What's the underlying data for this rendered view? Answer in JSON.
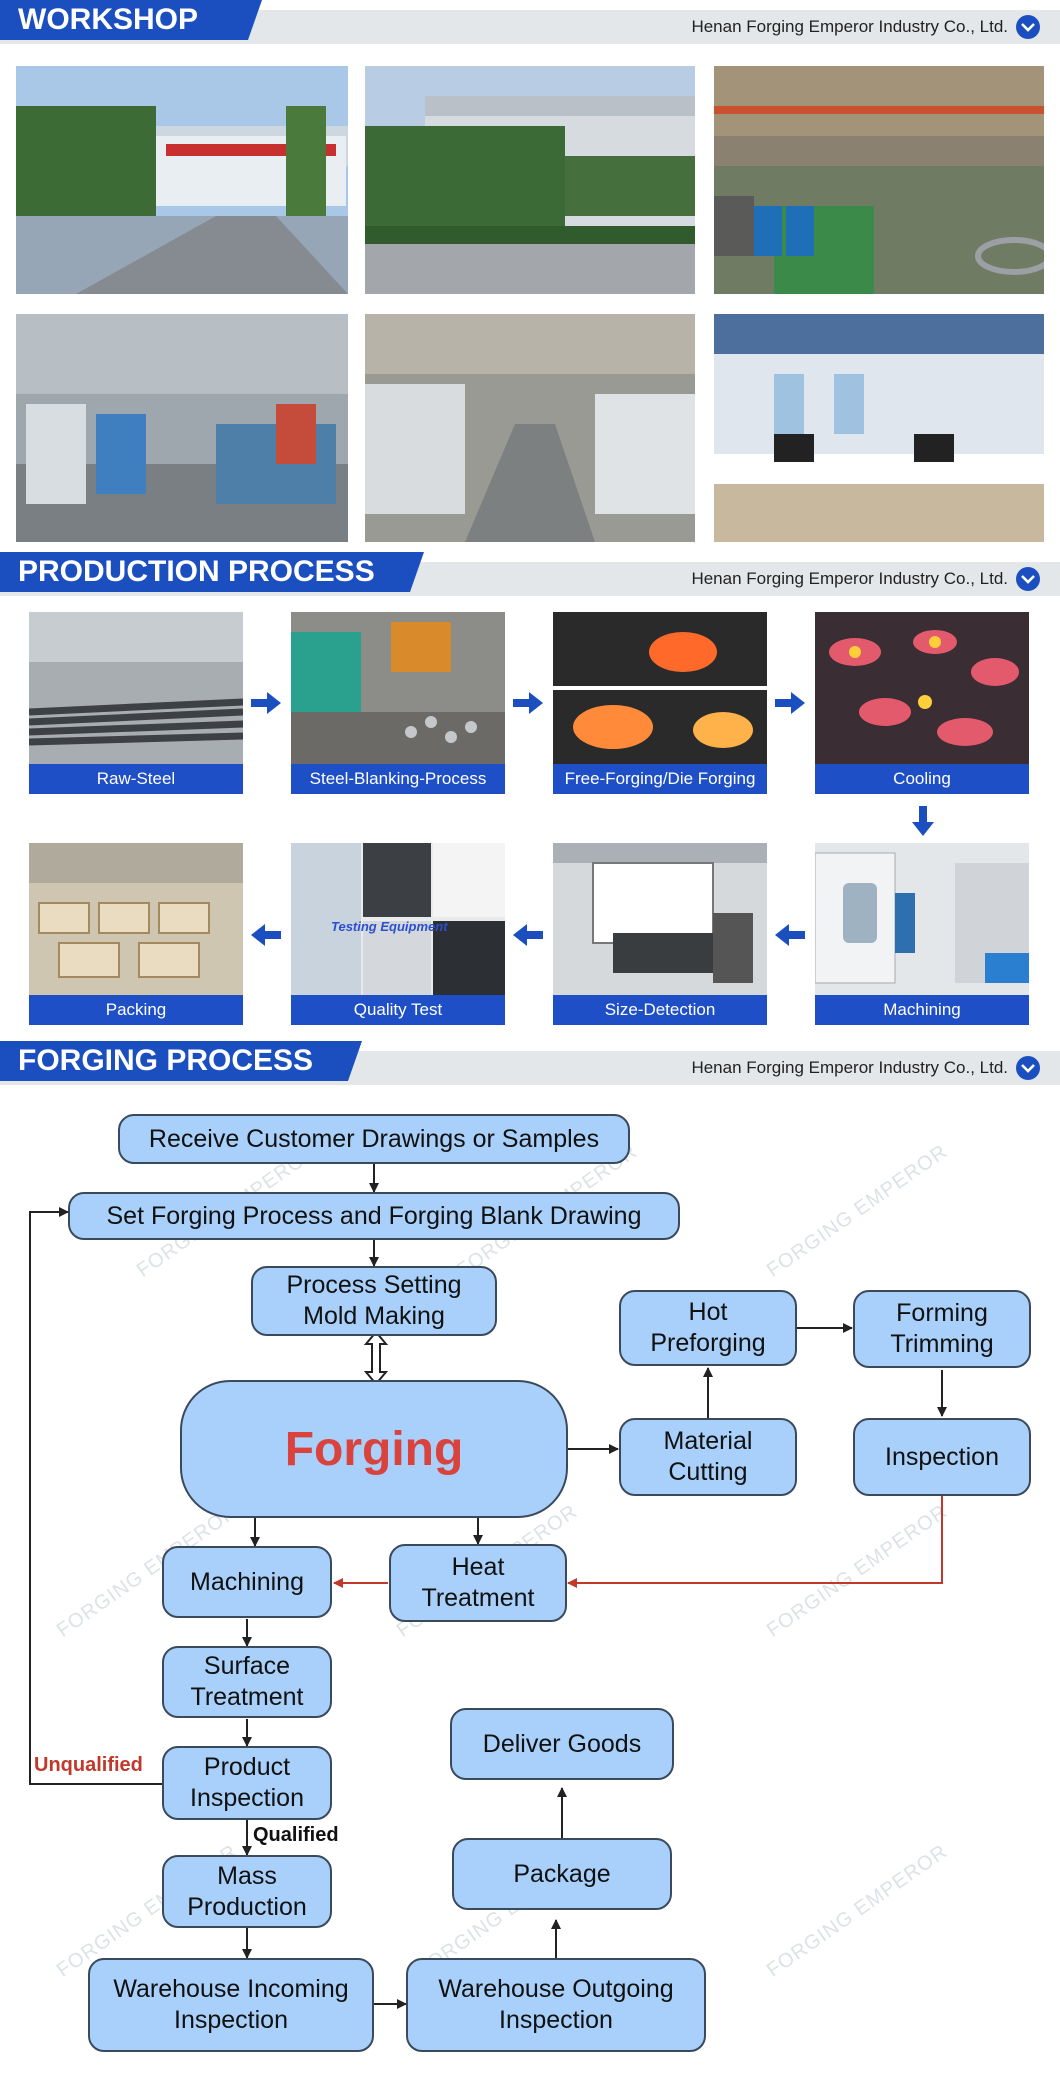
{
  "company": "Henan Forging Emperor Industry Co., Ltd.",
  "sections": {
    "workshop": "WORKSHOP",
    "production": "PRODUCTION PROCESS",
    "forging": "FORGING PROCESS"
  },
  "production_steps": [
    "Raw-Steel",
    "Steel-Blanking-Process",
    "Free-Forging/Die Forging",
    "Cooling",
    "Machining",
    "Size-Detection",
    "Quality Test",
    "Packing"
  ],
  "quality_overlay": "Testing Equipment",
  "flow": {
    "receive": "Receive Customer Drawings or Samples",
    "set_process": "Set Forging Process and Forging Blank Drawing",
    "process_setting": "Process Setting\nMold Making",
    "forging": "Forging",
    "hot_preforging": "Hot\nPreforging",
    "forming_trimming": "Forming\nTrimming",
    "material_cutting": "Material\nCutting",
    "inspection": "Inspection",
    "machining": "Machining",
    "heat_treatment": "Heat\nTreatment",
    "surface_treatment": "Surface\nTreatment",
    "product_inspection": "Product\nInspection",
    "mass_production": "Mass\nProduction",
    "warehouse_incoming": "Warehouse Incoming\nInspection",
    "warehouse_outgoing": "Warehouse Outgoing\nInspection",
    "package": "Package",
    "deliver_goods": "Deliver Goods",
    "unqualified": "Unqualified",
    "qualified": "Qualified"
  },
  "watermark": "FORGING EMPEROR",
  "colors": {
    "brand_blue": "#1b4fc0",
    "box_fill": "#a8d0fa",
    "forging_red": "#d9423d",
    "feedback_red": "#c0392b"
  }
}
